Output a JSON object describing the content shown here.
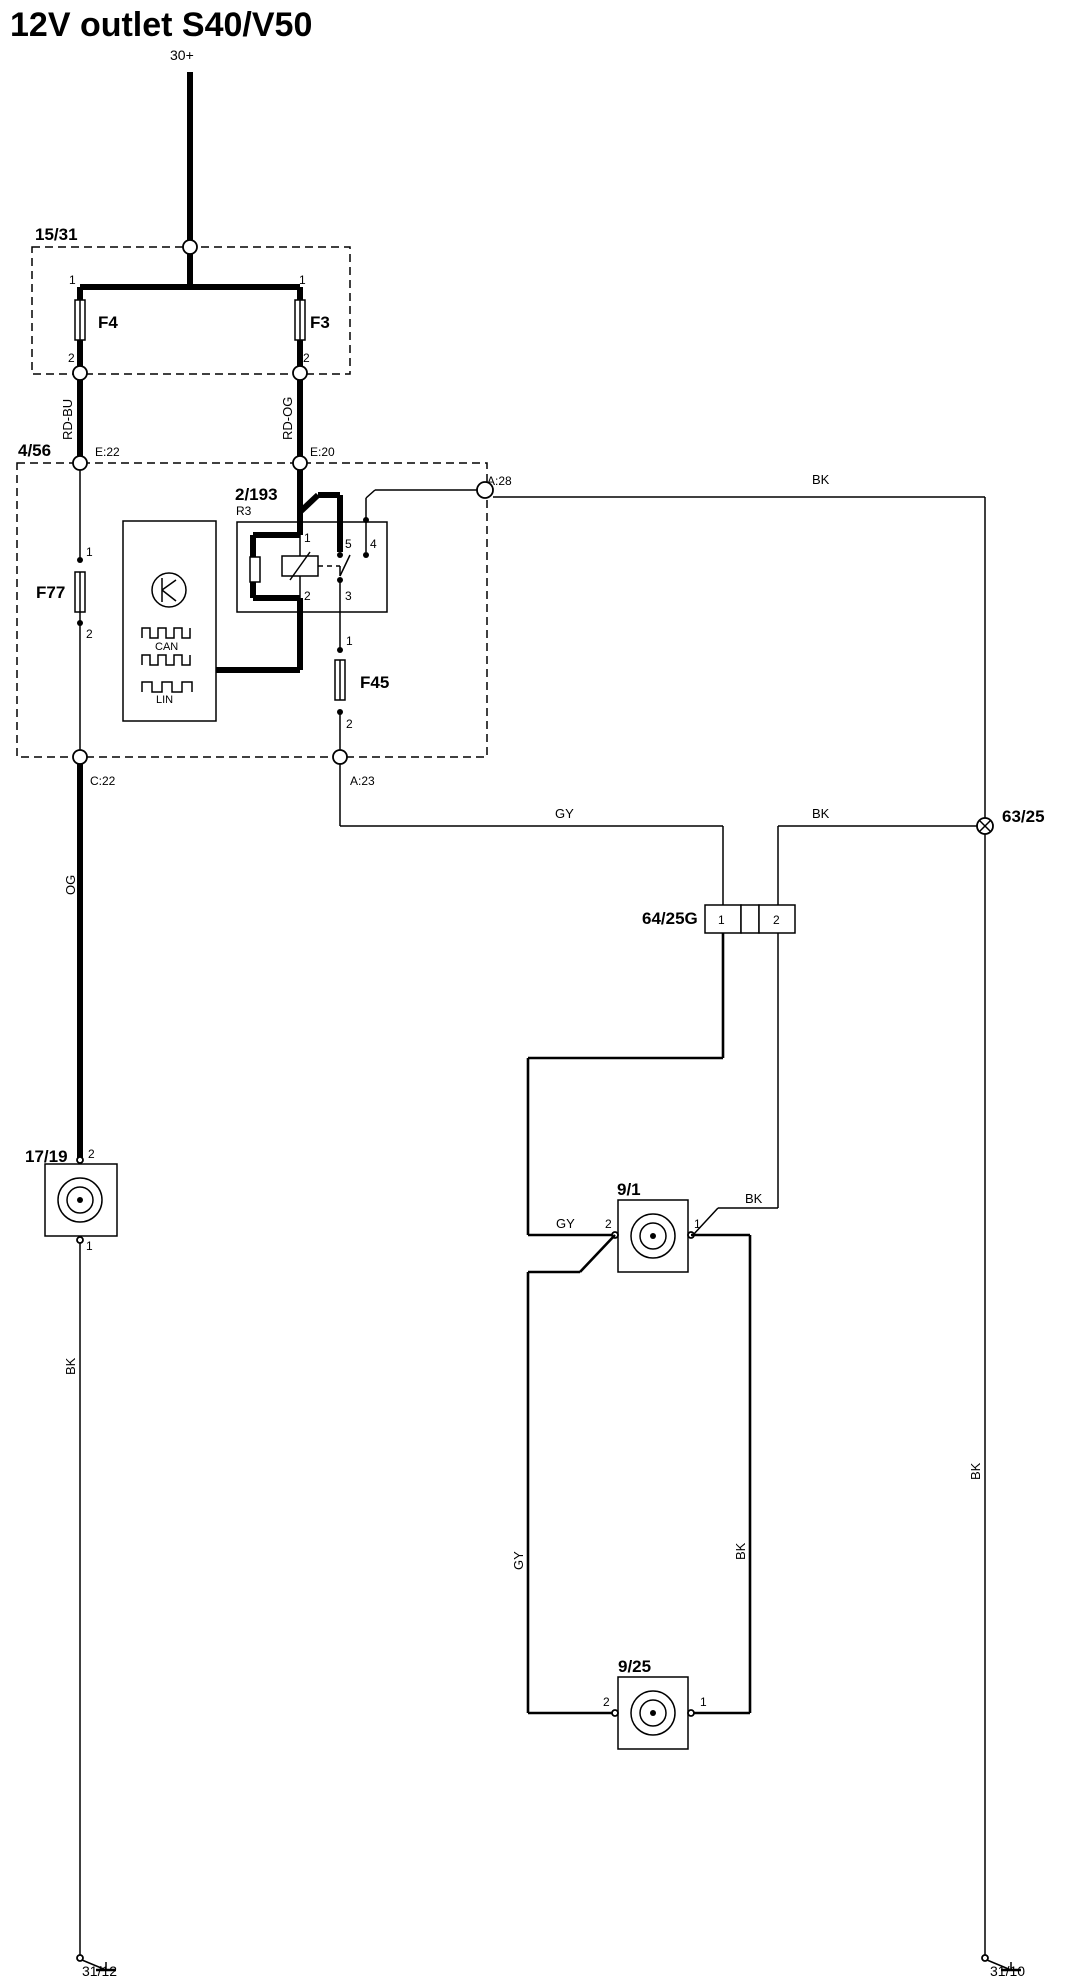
{
  "title": "12V outlet S40/V50",
  "supply": "30+",
  "boxes": {
    "fuse_box": "15/31",
    "cem": "4/56",
    "relay": "2/193",
    "relay_ref": "R3",
    "connector": "64/25G",
    "ground_splice": "63/25",
    "outlet_front": "17/19",
    "outlet_mid": "9/1",
    "outlet_rear": "9/25"
  },
  "fuses": [
    "F4",
    "F3",
    "F77",
    "F45"
  ],
  "connector_pins": [
    "1",
    "",
    "2"
  ],
  "terminals": {
    "e22": "E:22",
    "e20": "E:20",
    "a28": "A:28",
    "c22": "C:22",
    "a23": "A:23"
  },
  "wires": {
    "rd_bu": "RD-BU",
    "rd_og": "RD-OG",
    "og": "OG",
    "bk": "BK",
    "gy": "GY"
  },
  "module_labels": [
    "CAN",
    "LIN"
  ],
  "grounds": [
    "31/12",
    "31/10"
  ],
  "pins": {
    "one": "1",
    "two": "2",
    "three": "3",
    "four": "4",
    "five": "5"
  }
}
